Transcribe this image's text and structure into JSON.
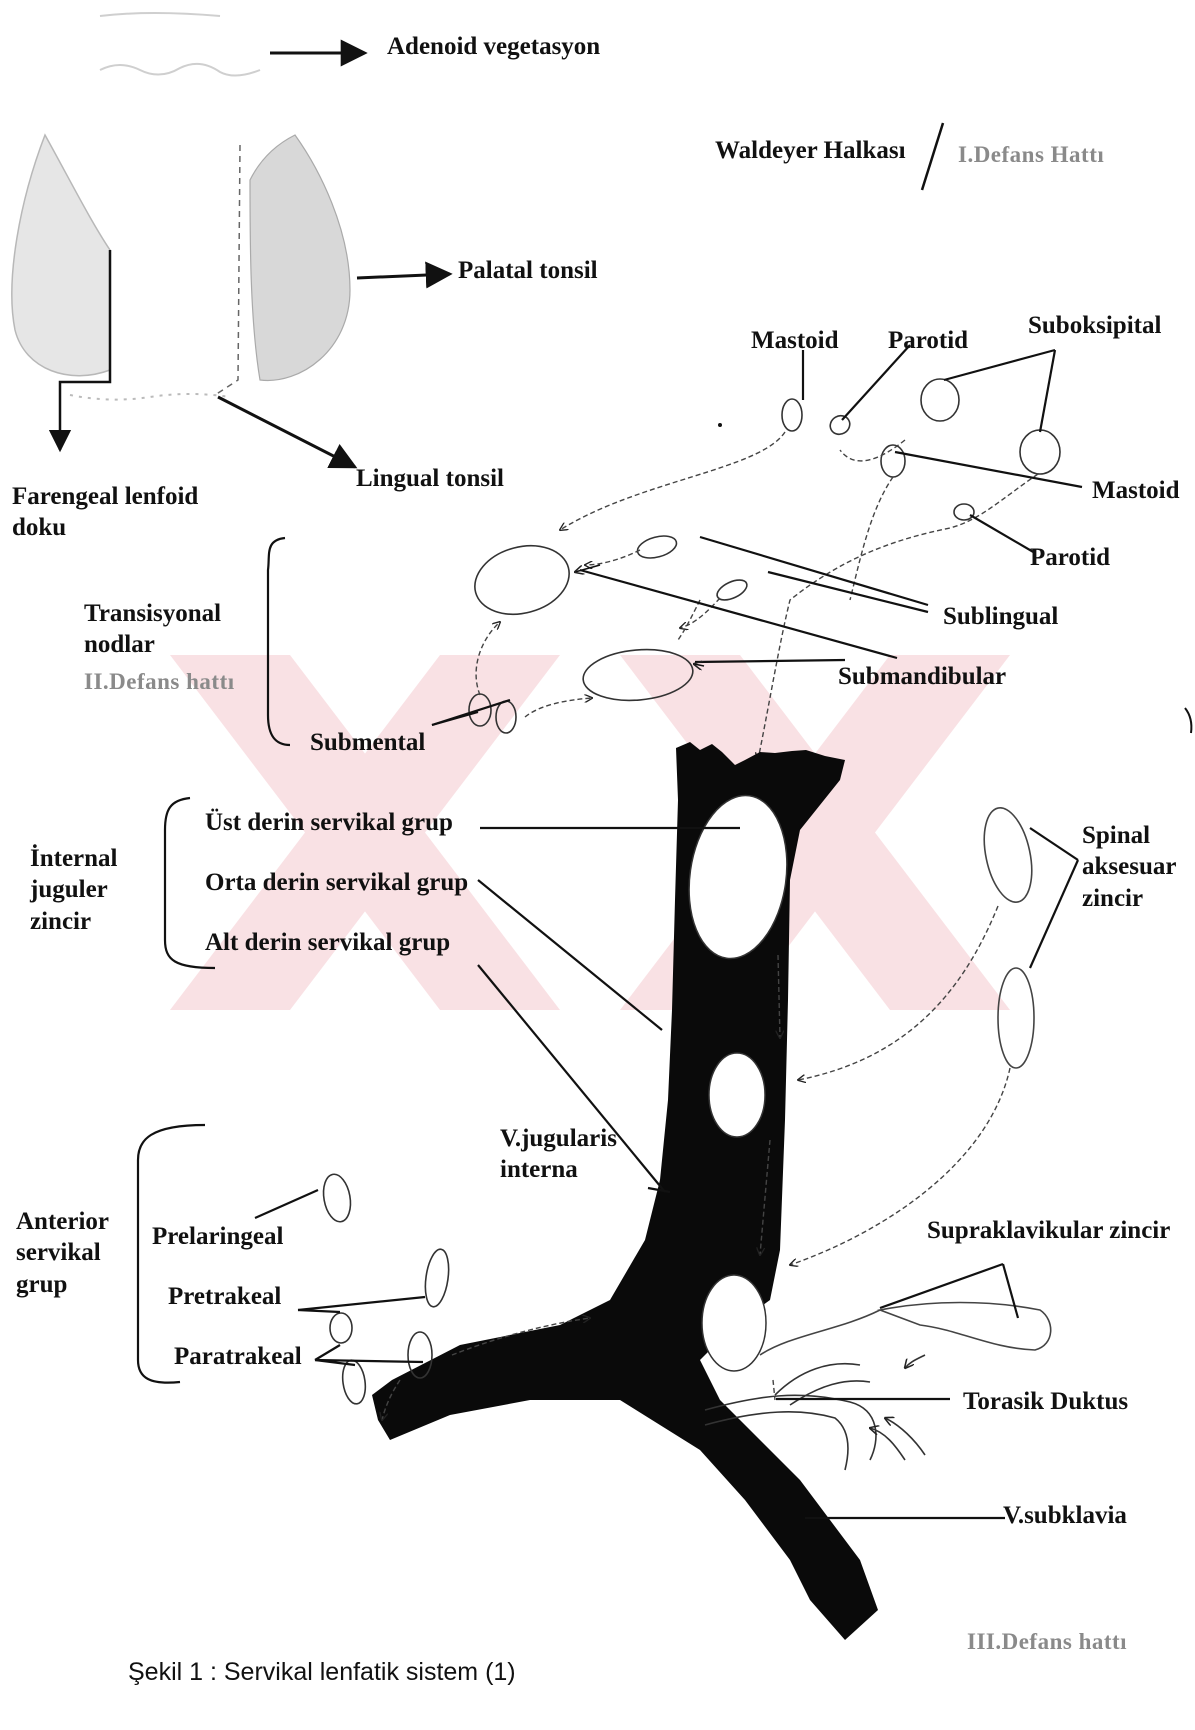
{
  "diagram": {
    "caption": "Şekil 1 : Servikal lenfatik sistem (1)",
    "waldeyer": {
      "title": "Waldeyer Halkası",
      "defense": "I.Defans Hattı",
      "adenoid": "Adenoid vegetasyon",
      "palatal": "Palatal tonsil",
      "lingual": "Lingual tonsil",
      "pharyngeal": "Farengeal lenfoid\ndoku"
    },
    "upper_nodes": {
      "mastoid_top": "Mastoid",
      "parotid_top": "Parotid",
      "suboccipital": "Suboksipital",
      "mastoid_right": "Mastoid",
      "parotid_right": "Parotid",
      "sublingual": "Sublingual",
      "submandibular": "Submandibular",
      "submental": "Submental"
    },
    "transitional": {
      "title": "Transisyonal\nnodlar",
      "defense": "II.Defans hattı"
    },
    "internal_jugular": {
      "title": "İnternal\njuguler\nzincir",
      "upper": "Üst derin servikal grup",
      "middle": "Orta derin servikal grup",
      "lower": "Alt derin servikal grup",
      "vein": "V.jugularis\ninterna"
    },
    "spinal_accessory": "Spinal\naksesuar\nzincir",
    "anterior_cervical": {
      "title": "Anterior\nservikal\ngrup",
      "prelaryngeal": "Prelaringeal",
      "pretracheal": "Pretrakeal",
      "paratracheal": "Paratrakeal"
    },
    "lower": {
      "supraclavicular": "Supraklavikular zincir",
      "thoracic_duct": "Torasik Duktus",
      "subclavian": "V.subklavia",
      "defense": "III.Defans hattı"
    }
  }
}
